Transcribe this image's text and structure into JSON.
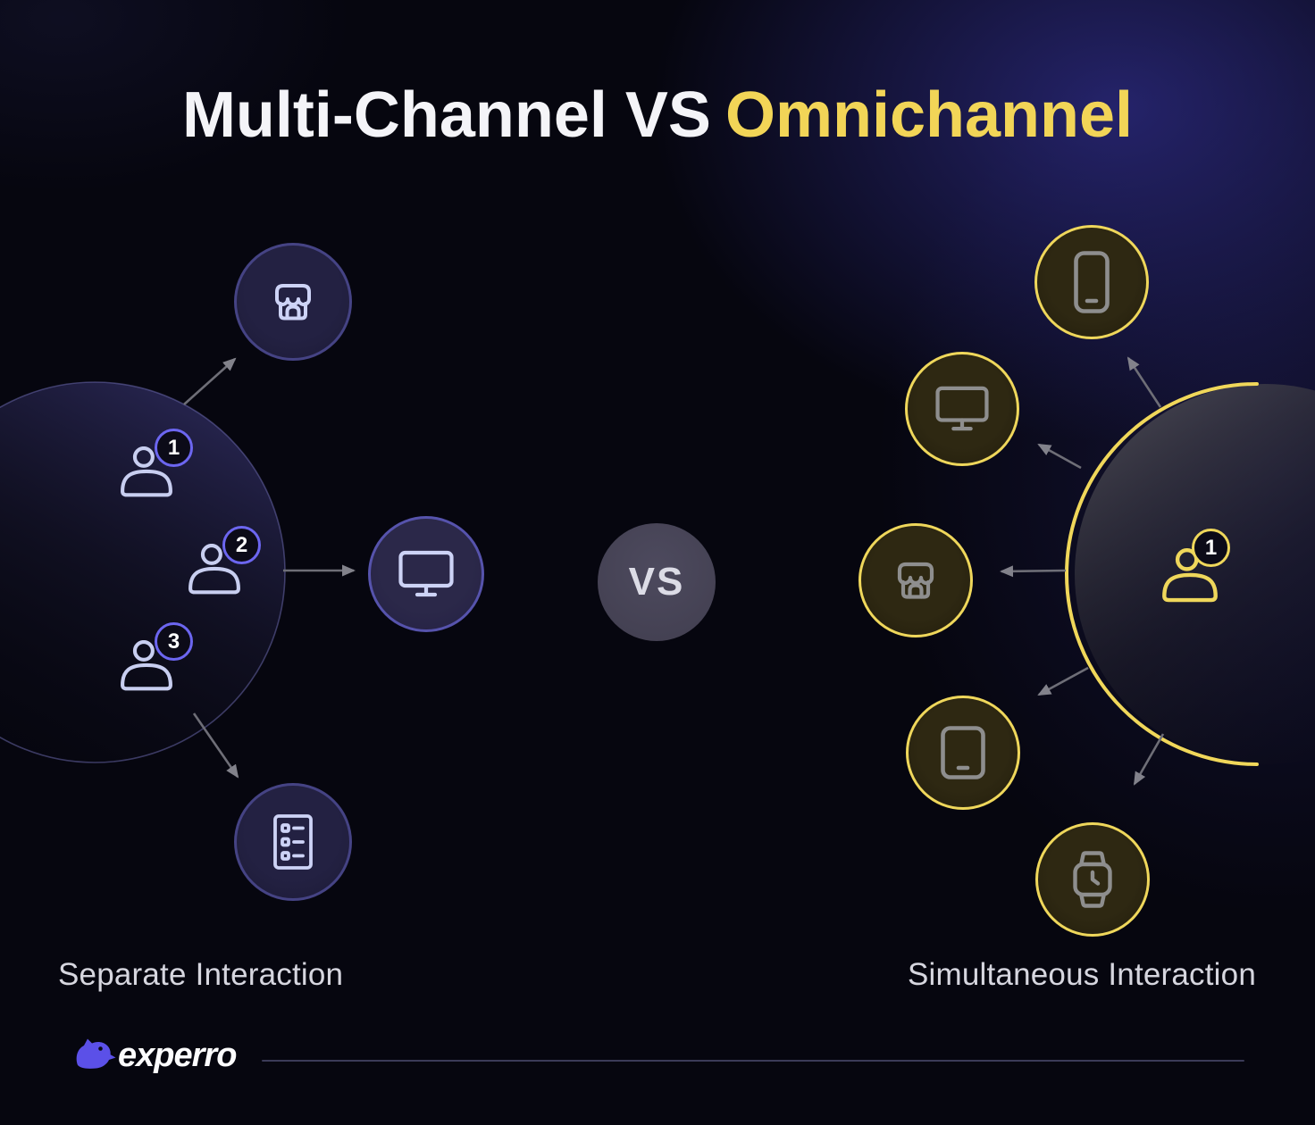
{
  "title": {
    "prefix": "Multi-Channel VS",
    "highlight": "Omnichannel"
  },
  "center_badge": {
    "label": "VS"
  },
  "left_section": {
    "caption": "Separate Interaction",
    "users": [
      {
        "number": "1"
      },
      {
        "number": "2"
      },
      {
        "number": "3"
      }
    ],
    "channels": [
      {
        "icon": "store-icon"
      },
      {
        "icon": "desktop-monitor-icon"
      },
      {
        "icon": "order-list-icon"
      }
    ]
  },
  "right_section": {
    "caption": "Simultaneous Interaction",
    "user": {
      "number": "1"
    },
    "channels": [
      {
        "icon": "smartphone-icon"
      },
      {
        "icon": "desktop-monitor-icon"
      },
      {
        "icon": "store-icon"
      },
      {
        "icon": "tablet-icon"
      },
      {
        "icon": "smartwatch-icon"
      }
    ]
  },
  "footer": {
    "brand": "experro"
  },
  "colors": {
    "background": "#06060F",
    "accent_yellow": "#F2D557",
    "accent_indigo": "#6C66F0",
    "left_circle_border": "#454384",
    "left_icon_lavender": "#CDD3F6",
    "right_icon_gray": "#8E8E8E",
    "arrow_gray": "#6E6E77",
    "vs_fill": "#474459"
  }
}
